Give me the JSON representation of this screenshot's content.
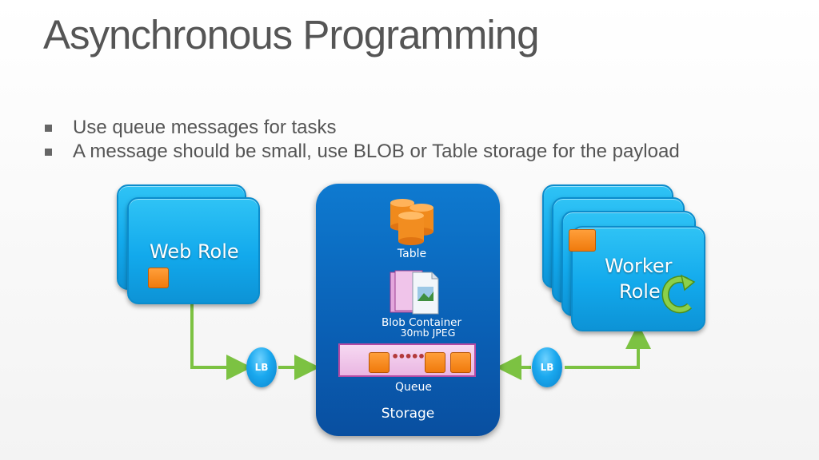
{
  "slide": {
    "title": "Asynchronous Programming",
    "bullets": [
      "Use queue messages for tasks",
      "A message should be small, use BLOB or Table storage for the payload"
    ]
  },
  "diagram": {
    "web_role": {
      "label": "Web Role"
    },
    "worker_role": {
      "label_line1": "Worker",
      "label_line2": "Role"
    },
    "storage": {
      "label": "Storage",
      "table_label": "Table",
      "blob_label": "Blob Container",
      "blob_item_label": "30mb JPEG",
      "queue_label": "Queue",
      "queue_dots": "••••••"
    },
    "lb_left": "LB",
    "lb_right": "LB"
  },
  "colors": {
    "role_blue": "#12a9ec",
    "storage_blue": "#0a5fb4",
    "arrow_green": "#7cc242",
    "item_orange": "#f07a0c",
    "queue_pink": "#e9b6e2"
  }
}
